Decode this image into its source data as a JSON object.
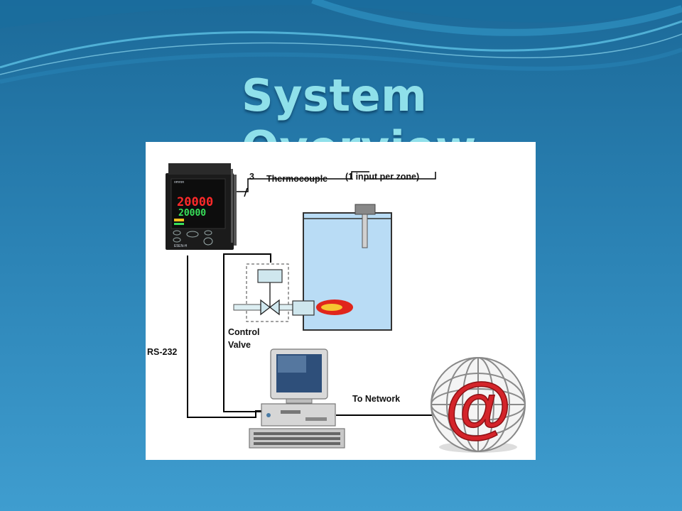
{
  "slide": {
    "title": "System Overview"
  },
  "diagram": {
    "wire_count": "3",
    "thermocouple_label": "Thermocouple",
    "thermocouple_note": "(1 input per zone)",
    "valve_label_line1": "Control",
    "valve_label_line2": "Valve",
    "serial_label": "RS-232",
    "network_label": "To Network",
    "controller": {
      "brand": "omron",
      "pv_display": "20000",
      "sv_display": "20000",
      "model": "E5EN-H"
    },
    "globe_symbol": "@"
  },
  "colors": {
    "background_top": "#1c6a99",
    "background_bottom": "#3f9dcf",
    "title": "#8fe0ea",
    "tank_fill": "#b9dcf5",
    "flame": "#e0261c",
    "wire": "#000000"
  }
}
